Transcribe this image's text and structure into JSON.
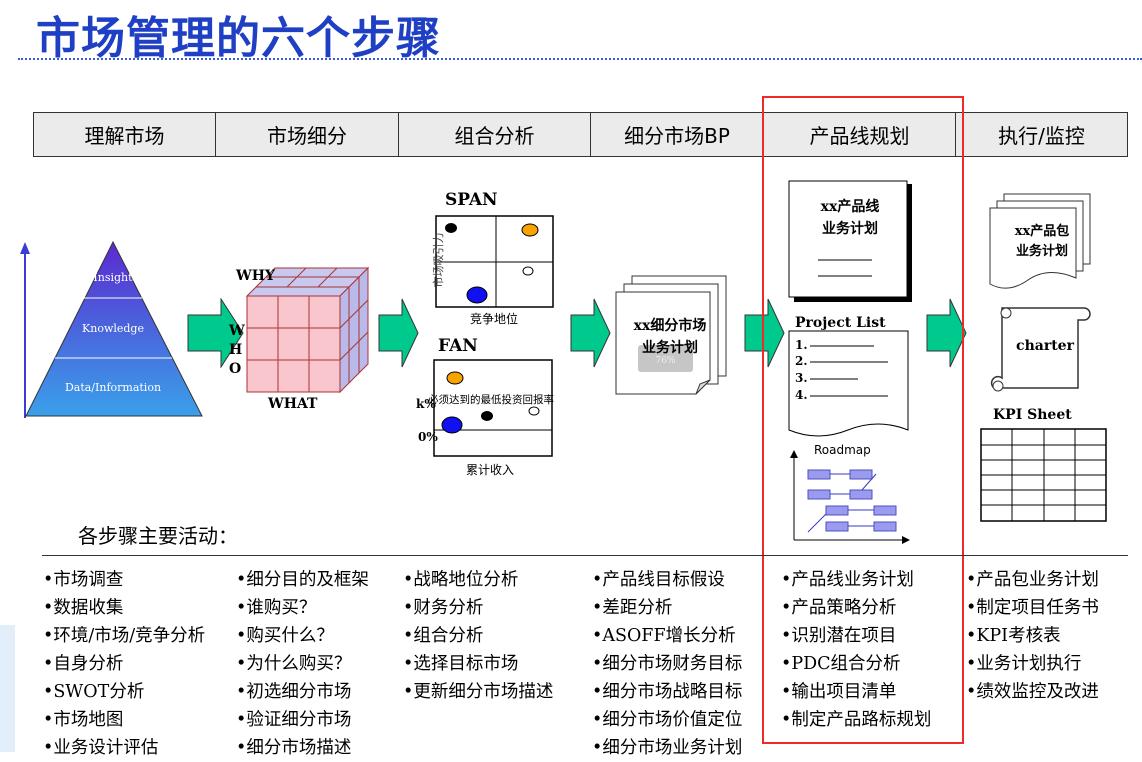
{
  "title": "市场管理的六个步骤",
  "steps": [
    "理解市场",
    "市场细分",
    "组合分析",
    "细分市场BP",
    "产品线规划",
    "执行/监控"
  ],
  "pyramid": {
    "levels": [
      "Insight",
      "Knowledge",
      "Data/Information"
    ]
  },
  "cube": {
    "why": "WHY",
    "who": [
      "W",
      "H",
      "O"
    ],
    "what": "WHAT"
  },
  "span": {
    "title": "SPAN",
    "ylabel": "市场吸引力",
    "xlabel": "竞争地位"
  },
  "fan": {
    "title": "FAN",
    "k_label": "k%",
    "zero_label": "0%",
    "line_label": "必须达到的最低投资回报率",
    "xlabel": "累计收入"
  },
  "bp_doc": {
    "line1": "xx细分市场",
    "line2": "业务计划",
    "overlay": "76%"
  },
  "pl_doc": {
    "line1": "xx产品线",
    "line2": "业务计划"
  },
  "project_list": {
    "title": "Project List",
    "items": [
      "1.",
      "2.",
      "3.",
      "4."
    ]
  },
  "roadmap": {
    "title": "Roadmap"
  },
  "pkg_doc": {
    "line1": "xx产品包",
    "line2": "业务计划"
  },
  "charter": "charter",
  "kpi": {
    "title": "KPI Sheet"
  },
  "activities_title": "各步骤主要活动：",
  "activities": [
    [
      "•市场调查",
      "•数据收集",
      "•环境/市场/竞争分析",
      "•自身分析",
      "•SWOT分析",
      "•市场地图",
      "•业务设计评估"
    ],
    [
      "•细分目的及框架",
      "•谁购买？",
      "•购买什么？",
      "•为什么购买？",
      "•初选细分市场",
      "•验证细分市场",
      "•细分市场描述"
    ],
    [
      "•战略地位分析",
      "•财务分析",
      "•组合分析",
      "•选择目标市场",
      "•更新细分市场描述"
    ],
    [
      "•产品线目标假设",
      "•差距分析",
      "•ASOFF增长分析",
      "•细分市场财务目标",
      "•细分市场战略目标",
      "•细分市场价值定位",
      "•细分市场业务计划"
    ],
    [
      "•产品线业务计划",
      "•产品策略分析",
      "•识别潜在项目",
      "•PDC组合分析",
      "•输出项目清单",
      "•制定产品路标规划"
    ],
    [
      "•产品包业务计划",
      "•制定项目任务书",
      "•KPI考核表",
      "•业务计划执行",
      "•绩效监控及改进"
    ]
  ],
  "colors": {
    "title": "#1f3fc4",
    "highlight": "#f02a2a",
    "arrow": "#00c98d",
    "pyramid": "#3b3bd6"
  }
}
